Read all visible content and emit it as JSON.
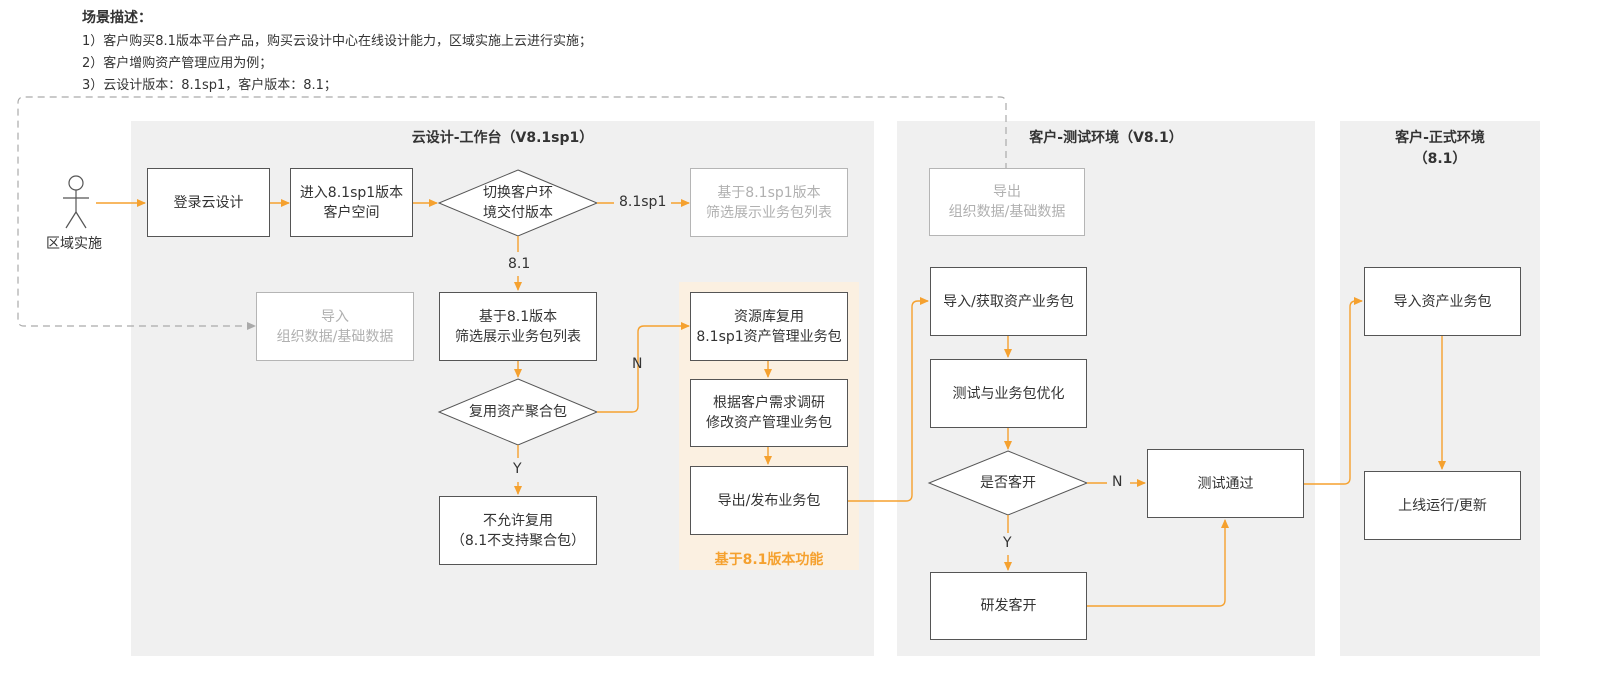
{
  "description": {
    "title": "场景描述：",
    "line1": "1）客户购买8.1版本平台产品，购买云设计中心在线设计能力，区域实施上云进行实施；",
    "line2": "2）客户增购资产管理应用为例；",
    "line3": "3）云设计版本：8.1sp1，客户版本：8.1；"
  },
  "zones": {
    "cloud": "云设计-工作台（V8.1sp1）",
    "test": "客户-测试环境（V8.1）",
    "prod_line1": "客户-正式环境",
    "prod_line2": "（8.1）"
  },
  "actor": {
    "label": "区域实施"
  },
  "nodes": {
    "login": "登录云设计",
    "enter_space": "进入8.1sp1版本客户空间",
    "switch_env": "切换客户环境交付版本",
    "sp1_list_l1": "基于8.1sp1版本",
    "sp1_list_l2": "筛选展示业务包列表",
    "import_l1": "导入",
    "import_l2": "组织数据/基础数据",
    "v81_list_l1": "基于8.1版本",
    "v81_list_l2": "筛选展示业务包列表",
    "reuse_agg": "复用资产聚合包",
    "not_allowed_l1": "不允许复用",
    "not_allowed_l2": "（8.1不支持聚合包）",
    "lib_reuse_l1": "资源库复用",
    "lib_reuse_l2": "8.1sp1资产管理业务包",
    "research_l1": "根据客户需求调研",
    "research_l2": "修改资产管理业务包",
    "export_pub": "导出/发布业务包",
    "export_l1": "导出",
    "export_l2": "组织数据/基础数据",
    "import_get": "导入/获取资产业务包",
    "test_opt": "测试与业务包优化",
    "custom_dev": "是否客开",
    "rd_custom": "研发客开",
    "test_pass": "测试通过",
    "import_asset": "导入资产业务包",
    "go_live": "上线运行/更新"
  },
  "highlight_label": "基于8.1版本功能",
  "edge_labels": {
    "sp1": "8.1sp1",
    "v81": "8.1",
    "n1": "N",
    "y1": "Y",
    "n2": "N",
    "y2": "Y"
  },
  "colors": {
    "arrow": "#f5a12f",
    "zone_bg": "#f0f0f0",
    "highlight_bg": "#fbf0e1",
    "dashed": "#aaaaaa"
  }
}
